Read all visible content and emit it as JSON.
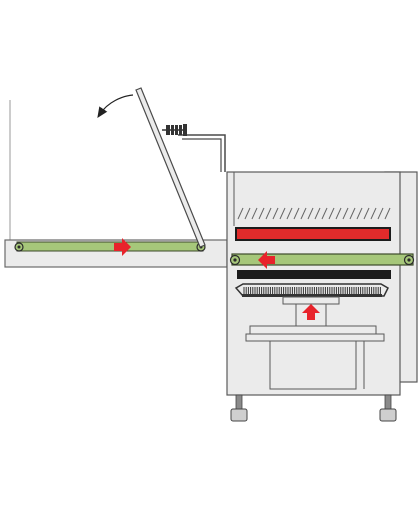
{
  "diagram": {
    "parts": {
      "infeed_conveyor": "infeed-conveyor",
      "lid": "hinged-lid",
      "machine_body": "machine-body",
      "heating_element": "heating-element",
      "sealing_conveyor": "sealing-conveyor",
      "lower_platen": "lower-platen",
      "lift_table": "lift-table",
      "frame_base": "frame-base",
      "feet": "leveling-feet"
    },
    "arrows": {
      "infeed_direction": "right",
      "sealing_direction": "left",
      "lift_direction": "up",
      "lid_motion": "open"
    },
    "colors": {
      "frame_fill": "#ebebeb",
      "frame_stroke": "#5a5a5a",
      "belt_green": "#a6c77a",
      "heater_red": "#e02b2b",
      "arrow_red": "#e8232b",
      "platen_black": "#1c1c1c",
      "line": "#4a4a4a"
    },
    "icons": {
      "flow_arrow": "arrow-icon",
      "roller": "roller-icon",
      "spring": "spring-icon",
      "curved_arrow": "curved-arrow-icon"
    }
  }
}
